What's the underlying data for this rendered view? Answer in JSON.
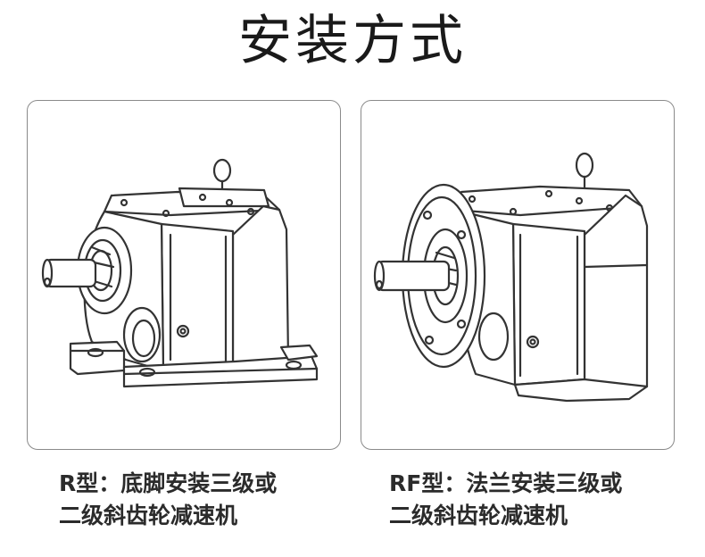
{
  "header": {
    "title": "安装方式"
  },
  "cards": [
    {
      "model": "R型：",
      "line1": "底脚安装三级或",
      "line2": "二级斜齿轮减速机",
      "icon": "foot-mounted-gear-reducer-icon"
    },
    {
      "model": "RF型：",
      "line1": "法兰安装三级或",
      "line2": "二级斜齿轮减速机",
      "icon": "flange-mounted-gear-reducer-icon"
    }
  ],
  "colors": {
    "text": "#2b2b2b",
    "title": "#1a1a1a",
    "card_border": "#8a8a8a",
    "drawing_line": "#333333"
  }
}
